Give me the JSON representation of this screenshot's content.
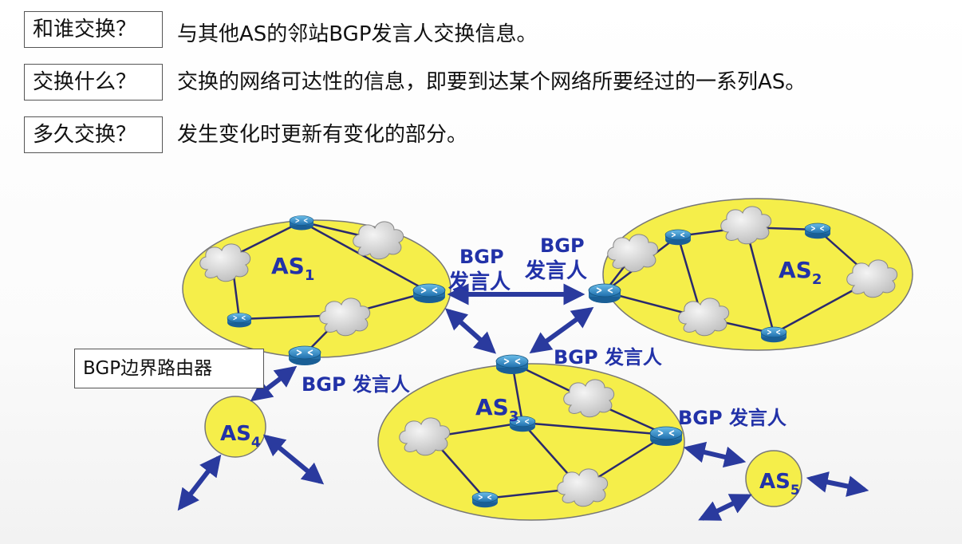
{
  "qa": [
    {
      "question": "和谁交换？",
      "answer": "与其他AS的邻站BGP发言人交换信息。"
    },
    {
      "question": "交换什么？",
      "answer": "交换的网络可达性的信息，即要到达某个网络所要经过的一系列AS。"
    },
    {
      "question": "多久交换？",
      "answer": "发生变化时更新有变化的部分。"
    }
  ],
  "diagram": {
    "as_labels": [
      {
        "name": "AS",
        "sub": "1"
      },
      {
        "name": "AS",
        "sub": "2"
      },
      {
        "name": "AS",
        "sub": "3"
      },
      {
        "name": "AS",
        "sub": "4"
      },
      {
        "name": "AS",
        "sub": "5"
      }
    ],
    "speaker_labels": {
      "as1_top": "BGP",
      "as1_bottom": "发言人",
      "as2_top": "BGP",
      "as2_bottom": "发言人",
      "as3_top": "BGP 发言人",
      "as1_lower": "BGP 发言人",
      "as3_right": "BGP 发言人"
    },
    "border_router_label": "BGP边界路由器",
    "colors": {
      "as_fill": "#f5ee4a",
      "link_arrow": "#2a3a9e",
      "router": "#2f8fcf",
      "label_text": "#2232a8"
    }
  }
}
